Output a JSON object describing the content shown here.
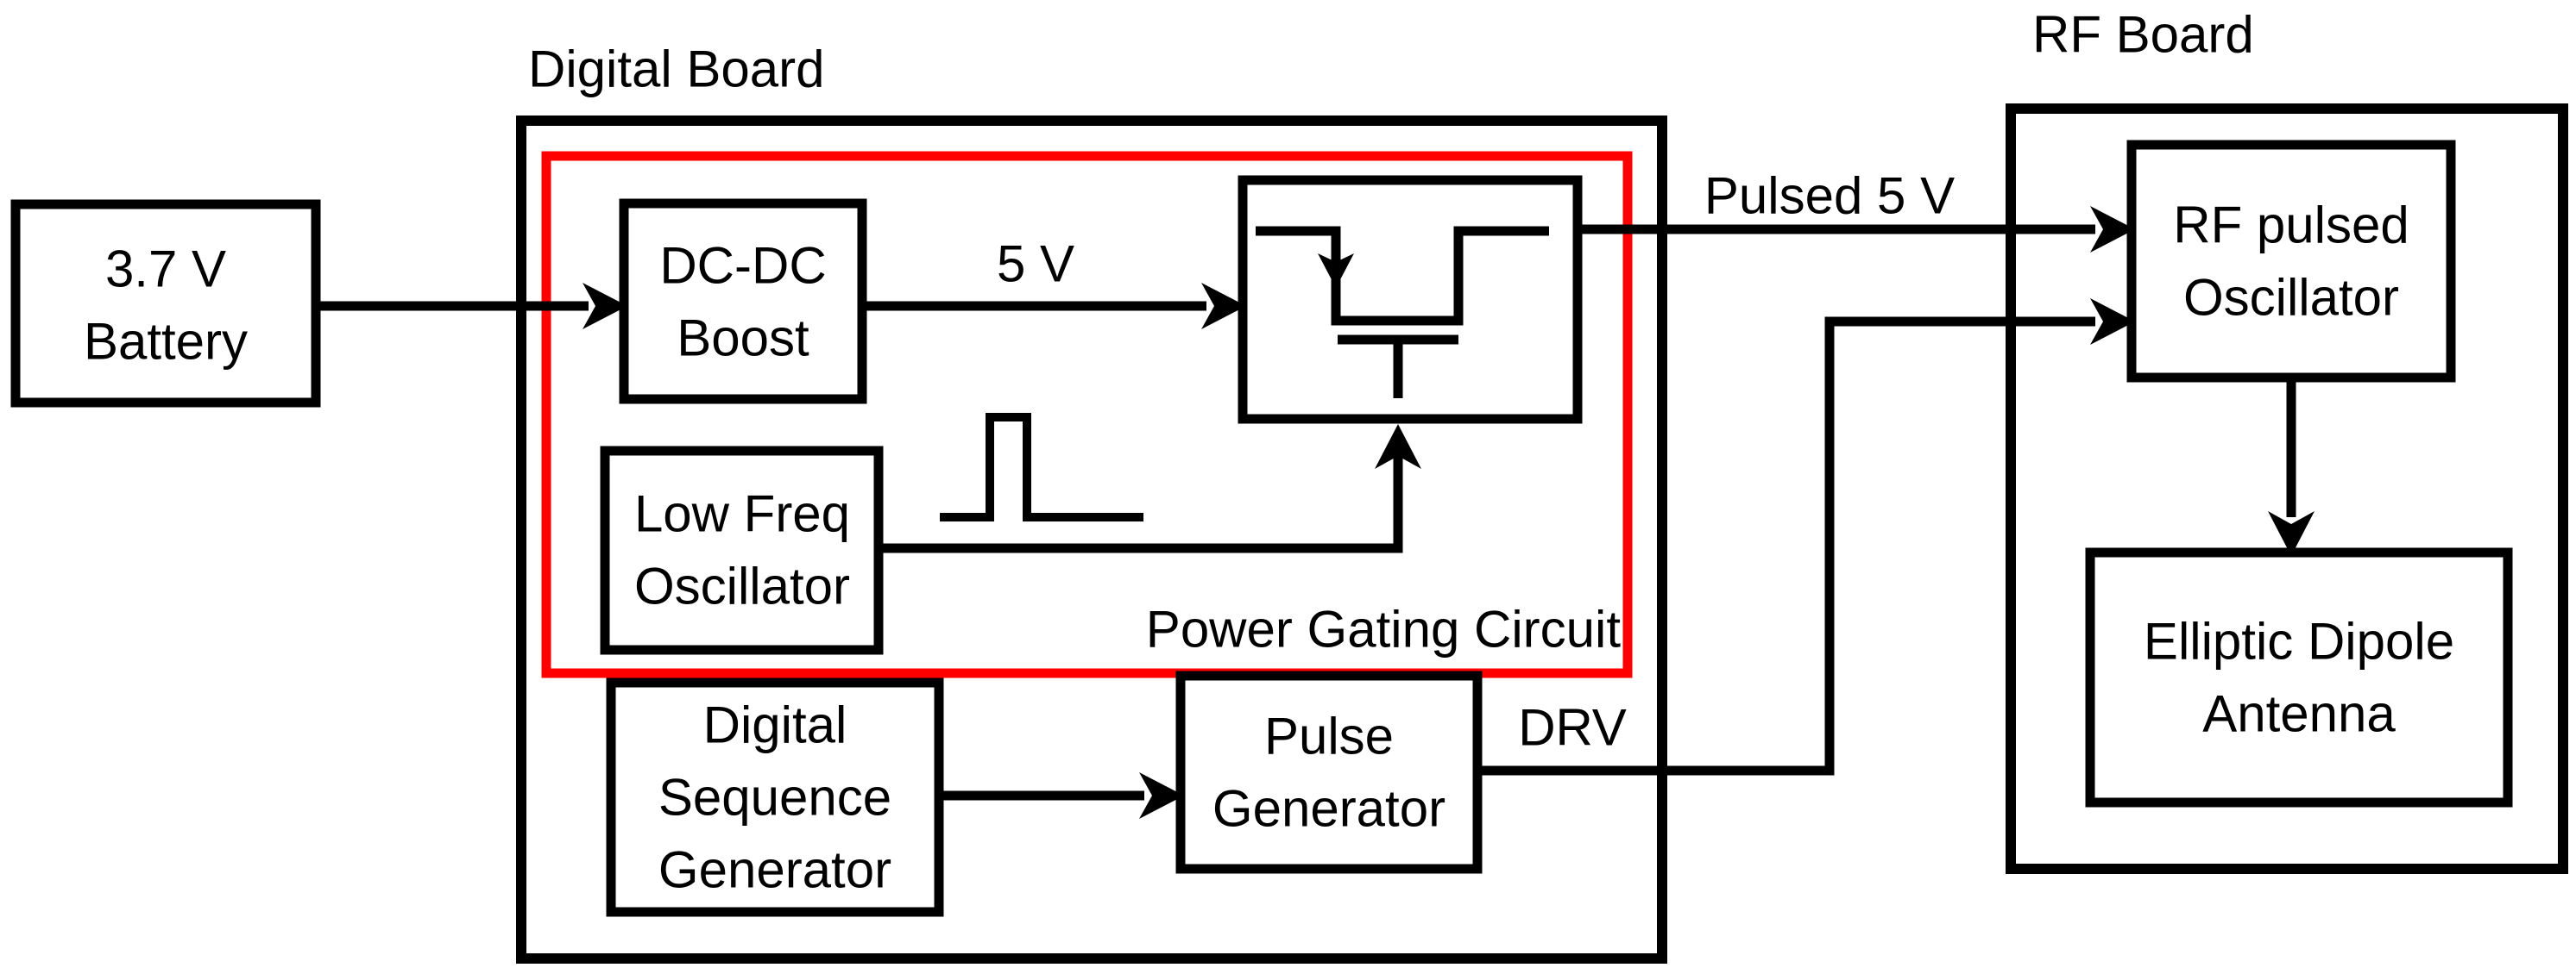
{
  "diagram": {
    "type": "circuit-block-diagram",
    "colors": {
      "background": "#FFFFFF",
      "line": "#000000",
      "power_gating_accent": "#FF0000"
    },
    "labels": {
      "digital_board": "Digital Board",
      "rf_board": "RF Board",
      "power_gating": "Power Gating Circuit",
      "battery": [
        "3.7 V",
        "Battery"
      ],
      "dcdc": [
        "DC-DC",
        "Boost"
      ],
      "lfo": [
        "Low Freq",
        "Oscillator"
      ],
      "dsg": [
        "Digital",
        "Sequence",
        "Generator"
      ],
      "pg": [
        "Pulse",
        "Generator"
      ],
      "rfo": [
        "RF pulsed",
        "Oscillator"
      ],
      "antenna": [
        "Elliptic Dipole",
        "Antenna"
      ],
      "sig_5v": "5 V",
      "sig_pulsed_5v": "Pulsed 5 V",
      "sig_drv": "DRV"
    },
    "icons": {
      "power_switch": "mosfet-transistor-icon",
      "waveform": "pulse-waveform-icon"
    }
  }
}
